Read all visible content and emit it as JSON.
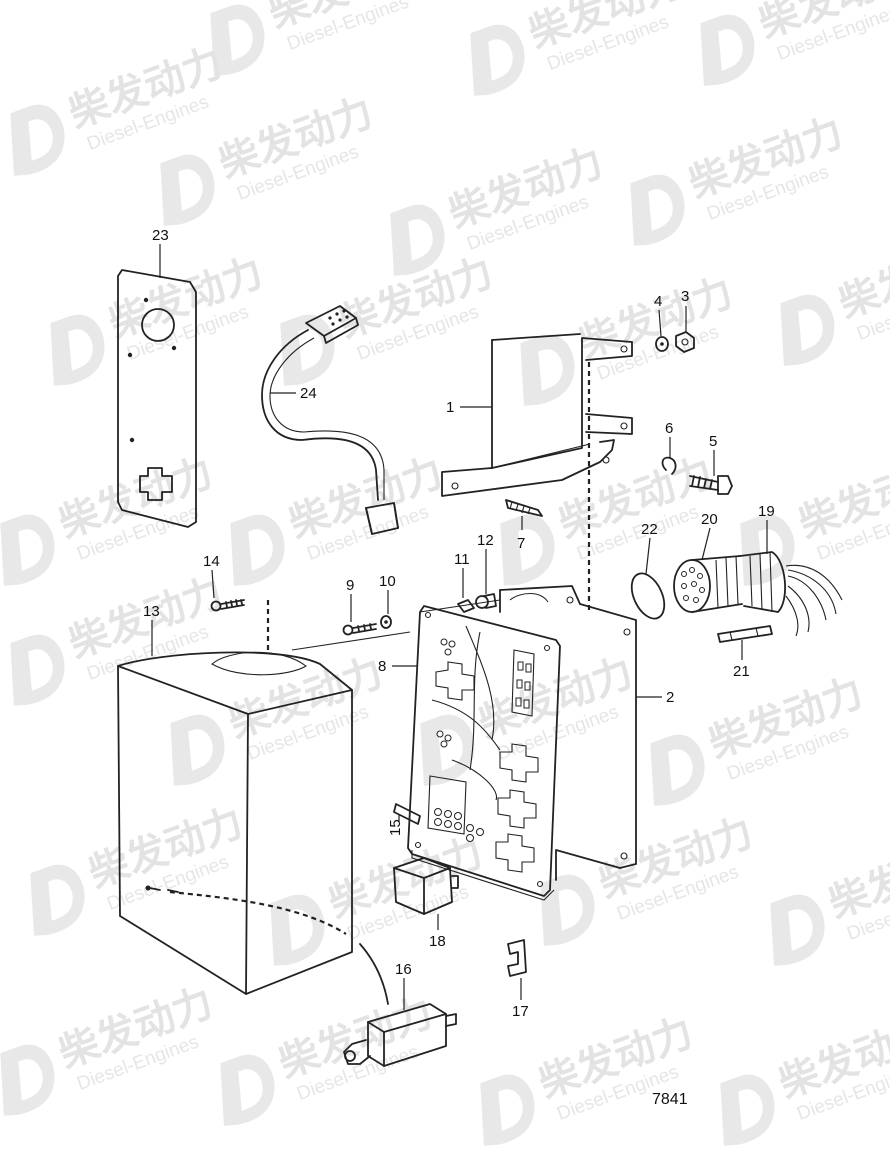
{
  "watermark": {
    "brand": "柴发动力",
    "subtitle": "Diesel-Engines"
  },
  "diagram_number": "7841",
  "callouts": [
    {
      "id": "c1",
      "label": "1"
    },
    {
      "id": "c2",
      "label": "2"
    },
    {
      "id": "c3",
      "label": "3"
    },
    {
      "id": "c4",
      "label": "4"
    },
    {
      "id": "c5",
      "label": "5"
    },
    {
      "id": "c6",
      "label": "6"
    },
    {
      "id": "c7",
      "label": "7"
    },
    {
      "id": "c8",
      "label": "8"
    },
    {
      "id": "c9",
      "label": "9"
    },
    {
      "id": "c10",
      "label": "10"
    },
    {
      "id": "c11",
      "label": "11"
    },
    {
      "id": "c12",
      "label": "12"
    },
    {
      "id": "c13",
      "label": "13"
    },
    {
      "id": "c14",
      "label": "14"
    },
    {
      "id": "c15",
      "label": "15"
    },
    {
      "id": "c16",
      "label": "16"
    },
    {
      "id": "c17",
      "label": "17"
    },
    {
      "id": "c18",
      "label": "18"
    },
    {
      "id": "c19",
      "label": "19"
    },
    {
      "id": "c20",
      "label": "20"
    },
    {
      "id": "c21",
      "label": "21"
    },
    {
      "id": "c22",
      "label": "22"
    },
    {
      "id": "c23",
      "label": "23"
    },
    {
      "id": "c24",
      "label": "24"
    }
  ]
}
